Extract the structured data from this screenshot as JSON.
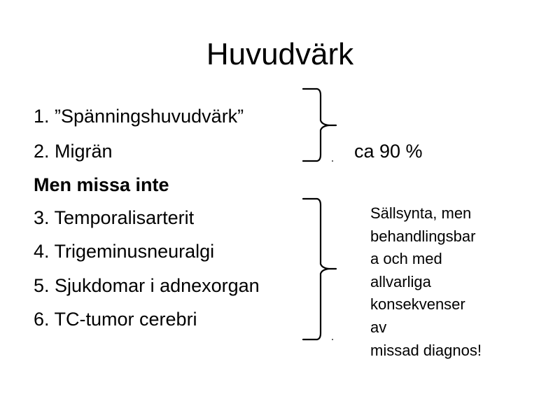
{
  "slide": {
    "title": "Huvudvärk",
    "items": [
      "1. ”Spänningshuvudvärk”",
      "2. Migrän",
      "Men missa inte",
      "3. Temporalisarterit",
      "4. Trigeminusneuralgi",
      "5. Sjukdomar i adnexorgan",
      "6. TC-tumor cerebri"
    ],
    "note_common": "ca 90 %",
    "note_rare_lines": [
      "Sällsynta, men",
      "behandlingsbar",
      "a och med",
      "allvarliga",
      "konsekvenser",
      "av",
      "missad diagnos!"
    ]
  }
}
